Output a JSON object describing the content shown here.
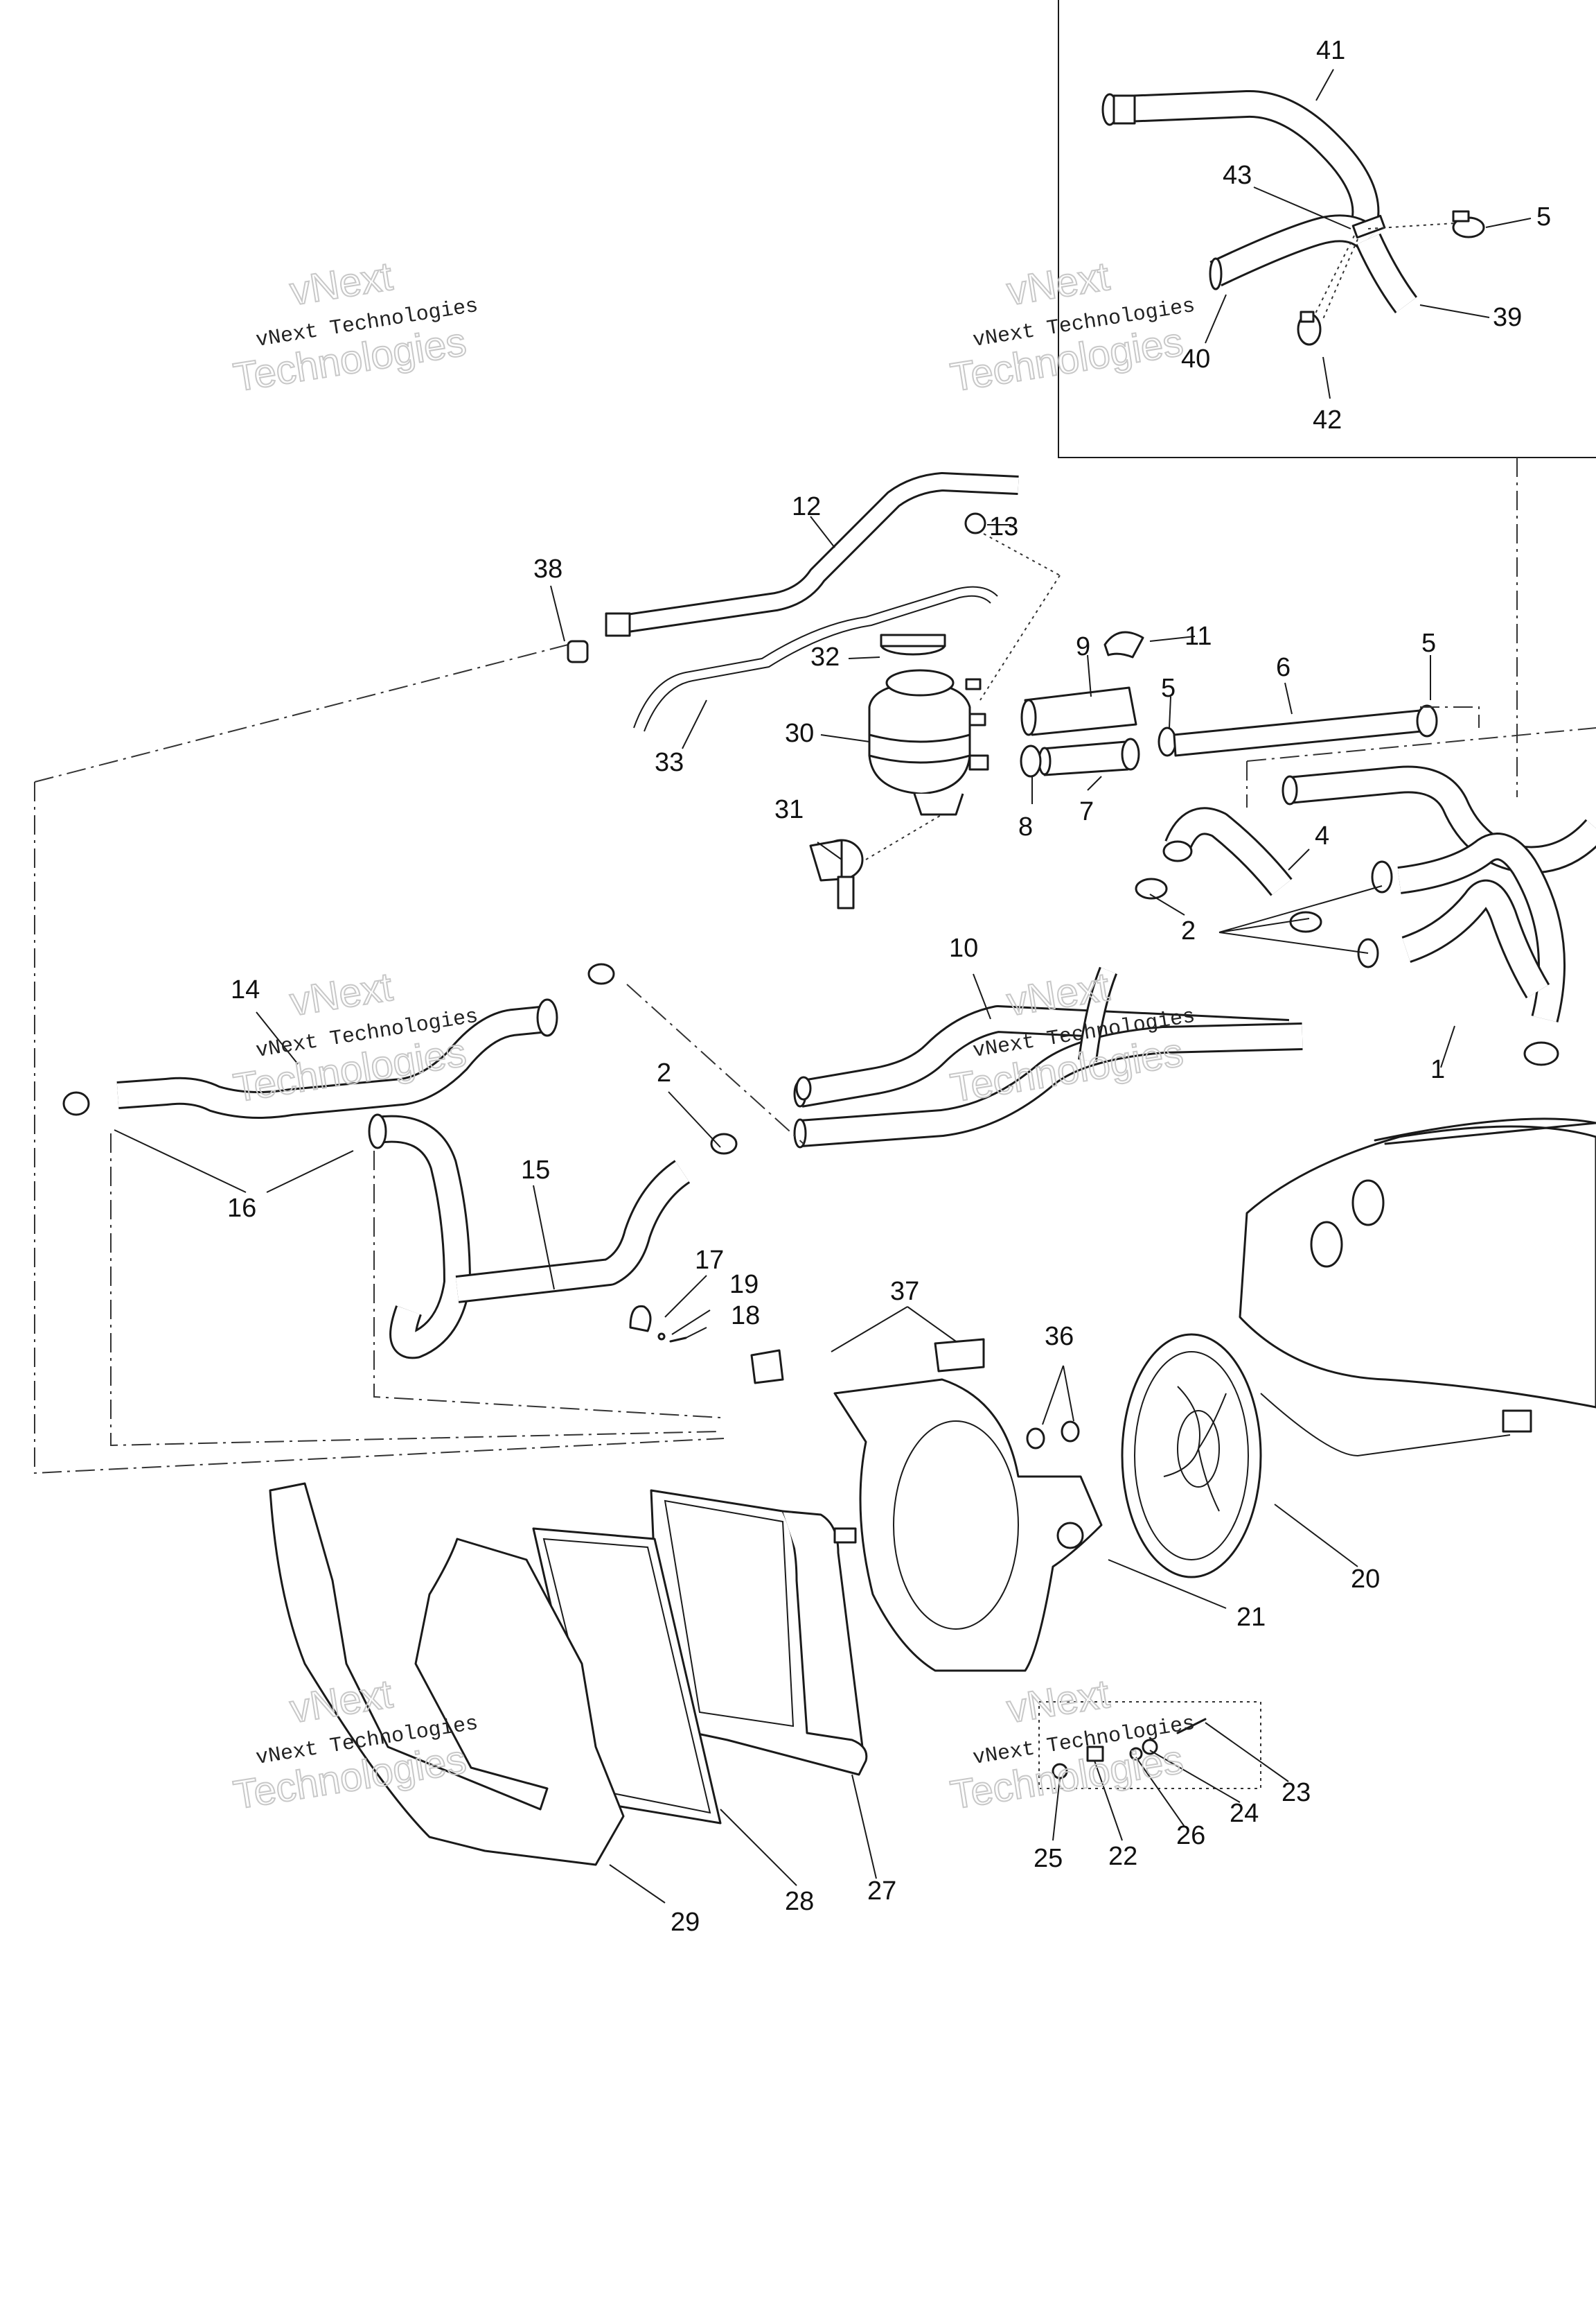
{
  "watermark": {
    "line1": "vNext",
    "line2": "vNext Technologies",
    "line3": "Technologies"
  },
  "callouts": {
    "c1": "1",
    "c2a": "2",
    "c2b": "2",
    "c4": "4",
    "c5a": "5",
    "c5b": "5",
    "c5c": "5",
    "c6": "6",
    "c7": "7",
    "c8": "8",
    "c9": "9",
    "c10": "10",
    "c11": "11",
    "c12": "12",
    "c13": "13",
    "c14": "14",
    "c15": "15",
    "c16": "16",
    "c17": "17",
    "c18": "18",
    "c19": "19",
    "c20": "20",
    "c21": "21",
    "c22": "22",
    "c23": "23",
    "c24": "24",
    "c25": "25",
    "c26": "26",
    "c27": "27",
    "c28": "28",
    "c29": "29",
    "c30": "30",
    "c31": "31",
    "c32": "32",
    "c33": "33",
    "c36": "36",
    "c37": "37",
    "c38": "38",
    "c39": "39",
    "c40": "40",
    "c41": "41",
    "c42": "42",
    "c43": "43"
  }
}
